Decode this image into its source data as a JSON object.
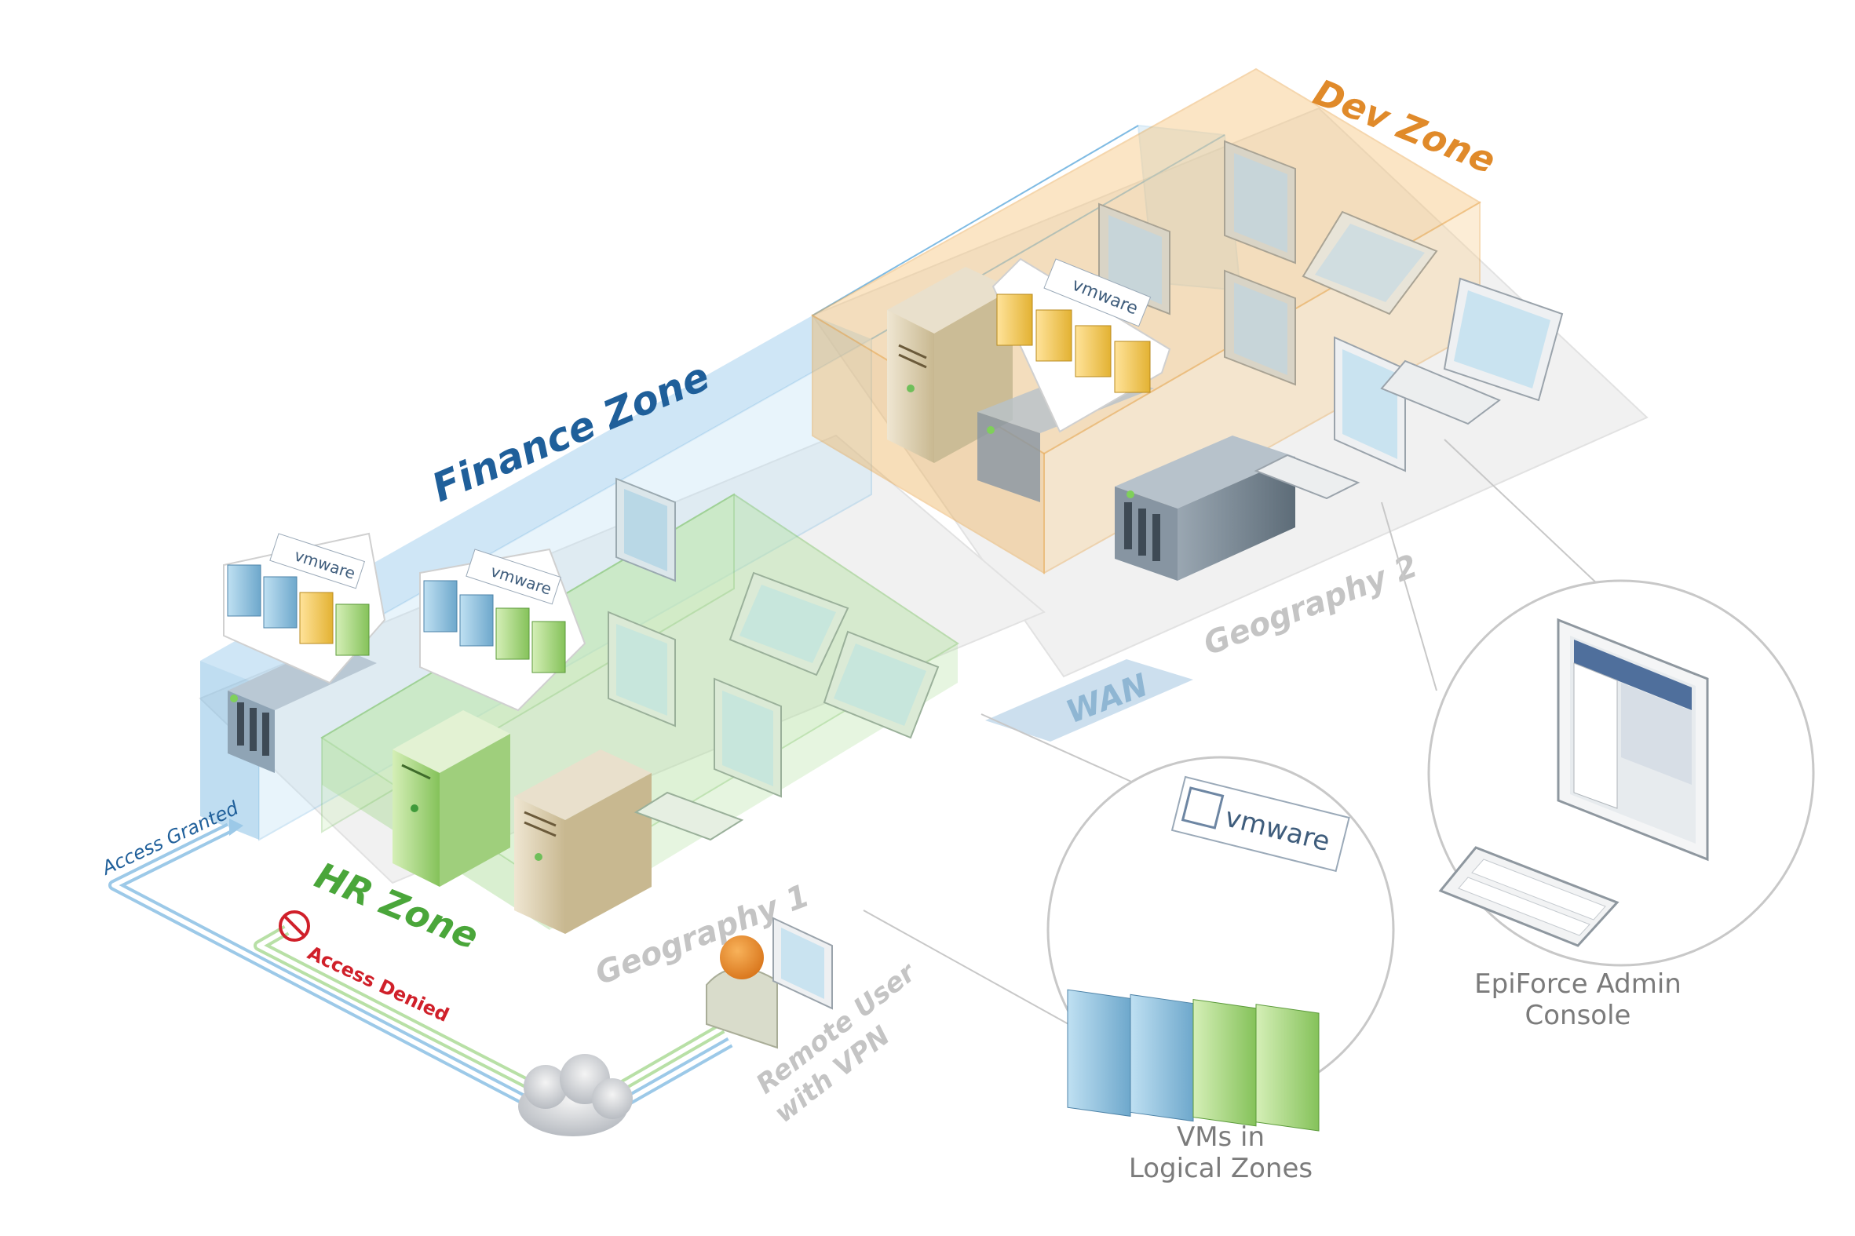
{
  "zones": {
    "finance": "Finance Zone",
    "dev": "Dev Zone",
    "hr": "HR Zone"
  },
  "geographies": {
    "geo1": "Geography 1",
    "geo2": "Geography 2"
  },
  "network": {
    "wan": "WAN",
    "access_granted": "Access Granted",
    "access_denied": "Access Denied"
  },
  "remote_user": {
    "line1": "Remote User",
    "line2": "with VPN"
  },
  "callouts": {
    "vms_line1": "VMs in",
    "vms_line2": "Logical Zones",
    "console_line1": "EpiForce Admin",
    "console_line2": "Console"
  },
  "brand": {
    "vmware": "vmware"
  },
  "colors": {
    "finance": "#1f5f9a",
    "dev": "#e08a2a",
    "hr": "#4aa63a",
    "denied": "#d0202a",
    "granted_text": "#1f5f9a",
    "caption": "#7b7b7b",
    "geo": "#c4c4c4"
  }
}
